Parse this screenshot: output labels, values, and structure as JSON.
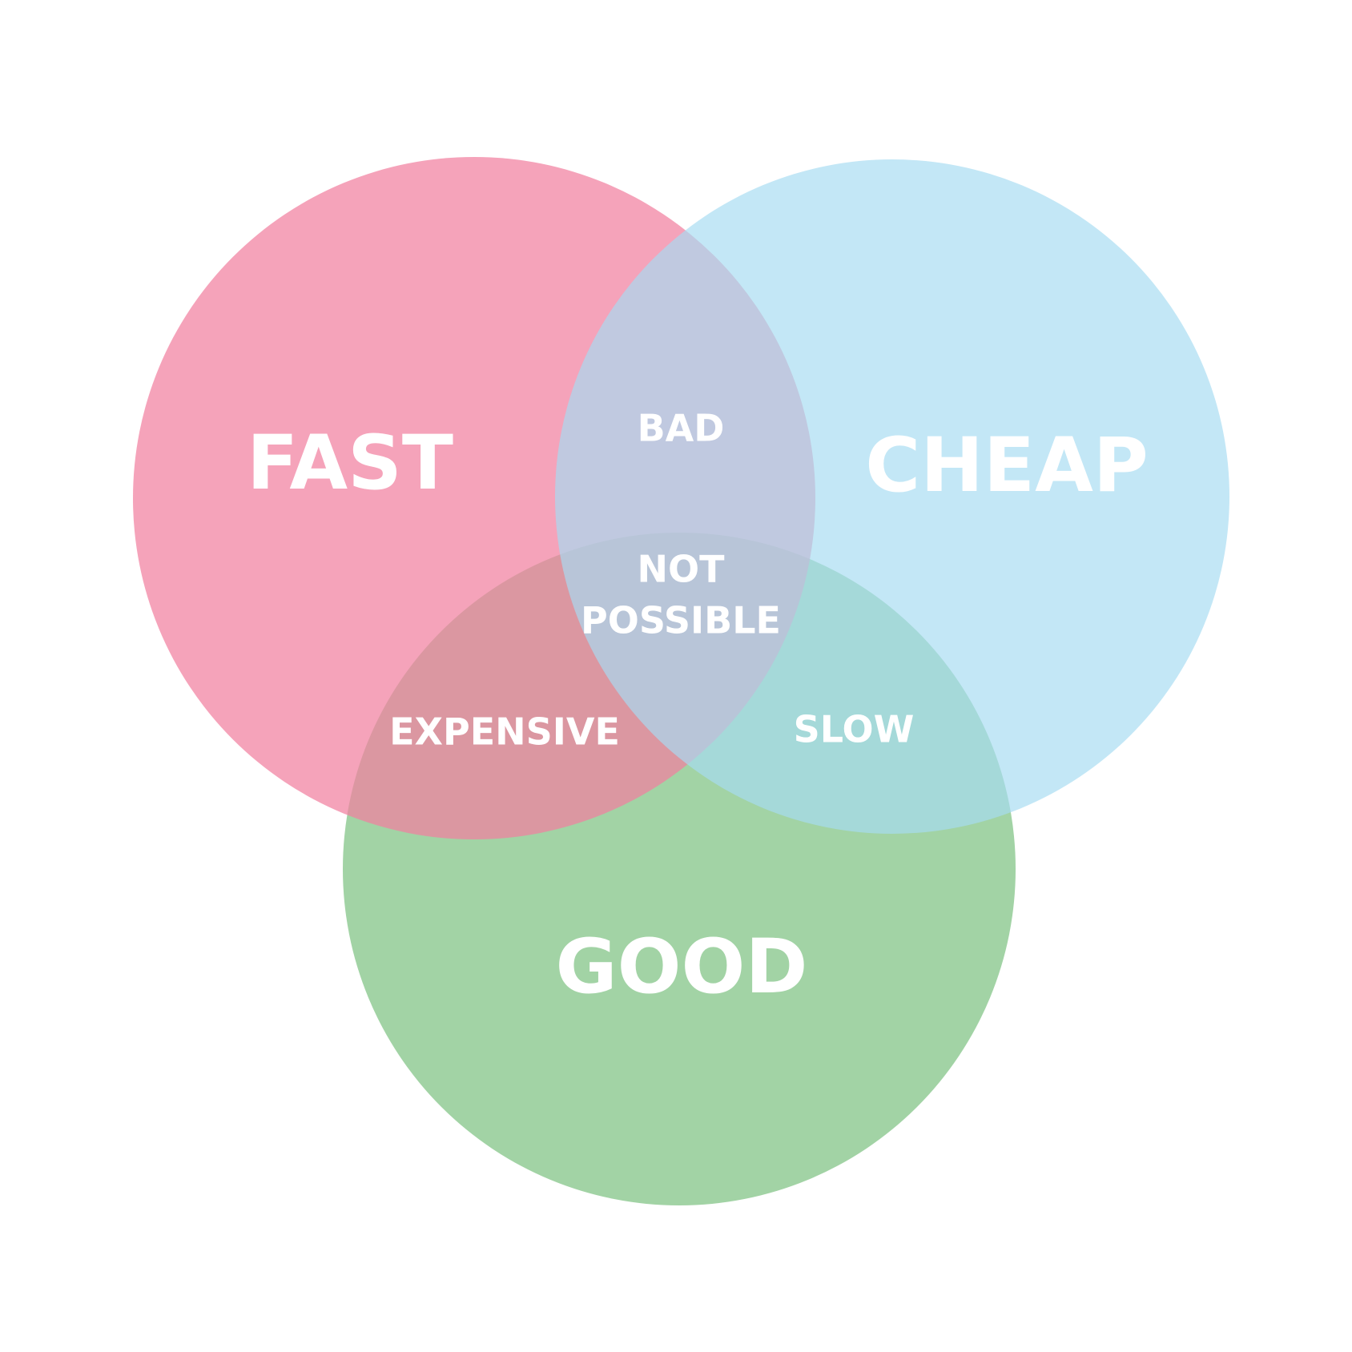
{
  "sets": {
    "fast": {
      "label": "FAST",
      "color": "#f17fa0"
    },
    "cheap": {
      "label": "CHEAP",
      "color": "#a7dcf1"
    },
    "good": {
      "label": "GOOD",
      "color": "#7ec282"
    }
  },
  "intersections": {
    "fast_cheap": "BAD",
    "fast_good": "EXPENSIVE",
    "cheap_good": "SLOW",
    "all": [
      "NOT",
      "POSSIBLE"
    ]
  },
  "colors": {
    "background": "#ffffff",
    "text": "#ffffff"
  }
}
